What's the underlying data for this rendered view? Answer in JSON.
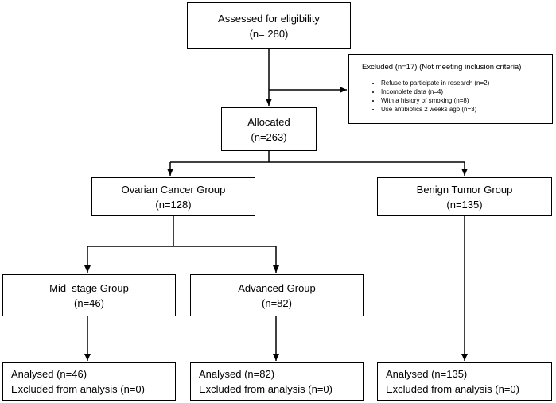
{
  "assessed": {
    "title": "Assessed for eligibility",
    "count": "(n= 280)"
  },
  "excluded": {
    "title": "Excluded  (n=17) (Not meeting inclusion criteria)",
    "reasons": [
      "Refuse to participate in research (n=2)",
      "Incomplete data (n=4)",
      "With a history of smoking  (n=8)",
      "Use antibiotics 2 weeks ago (n=3)"
    ]
  },
  "allocated": {
    "title": "Allocated",
    "count": "(n=263)"
  },
  "ovarian": {
    "title": "Ovarian Cancer Group",
    "count": "(n=128)"
  },
  "benign": {
    "title": "Benign Tumor Group",
    "count": "(n=135)"
  },
  "midstage": {
    "title": "Mid–stage Group",
    "count": "(n=46)"
  },
  "advanced": {
    "title": "Advanced Group",
    "count": "(n=82)"
  },
  "analysis_mid": {
    "analysed": "Analysed  (n=46)",
    "excluded": "Excluded from analysis (n=0)"
  },
  "analysis_adv": {
    "analysed": "Analysed  (n=82)",
    "excluded": "Excluded from analysis (n=0)"
  },
  "analysis_benign": {
    "analysed": "Analysed  (n=135)",
    "excluded": "Excluded from analysis (n=0)"
  }
}
